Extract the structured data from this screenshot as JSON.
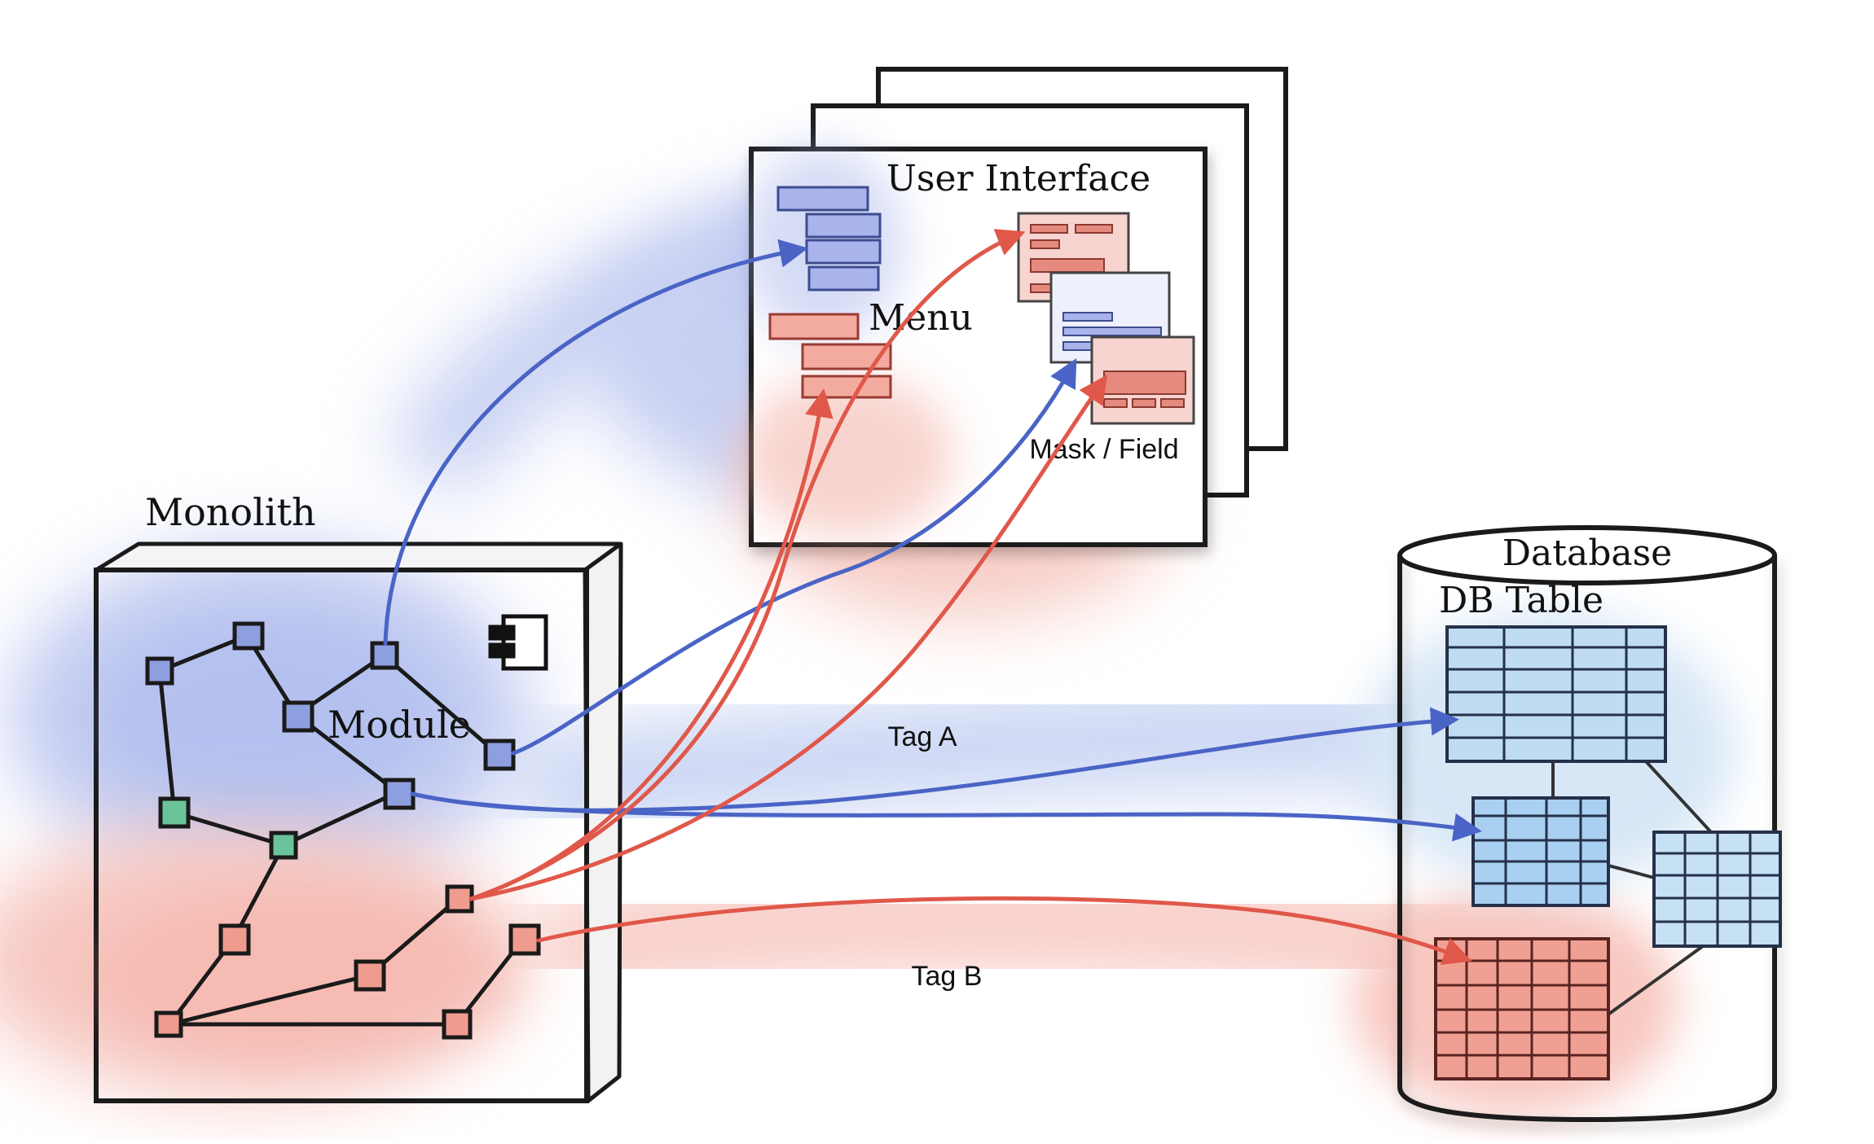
{
  "labels": {
    "monolith": "Monolith",
    "module": "Module",
    "user_interface": "User Interface",
    "menu": "Menu",
    "mask_field": "Mask / Field",
    "database": "Database",
    "db_table": "DB Table",
    "tag_a": "Tag A",
    "tag_b": "Tag B"
  },
  "colors": {
    "blue": "#4a64c6",
    "red": "#e0584a",
    "green": "#6bc39a",
    "ink": "#1a1a1a",
    "blue_fill": "#8e9fe0",
    "red_fill": "#ef9b8e",
    "table_blue": "#bfdcf2",
    "table_red": "#f0a093"
  },
  "icons": {
    "component": "component-icon"
  }
}
